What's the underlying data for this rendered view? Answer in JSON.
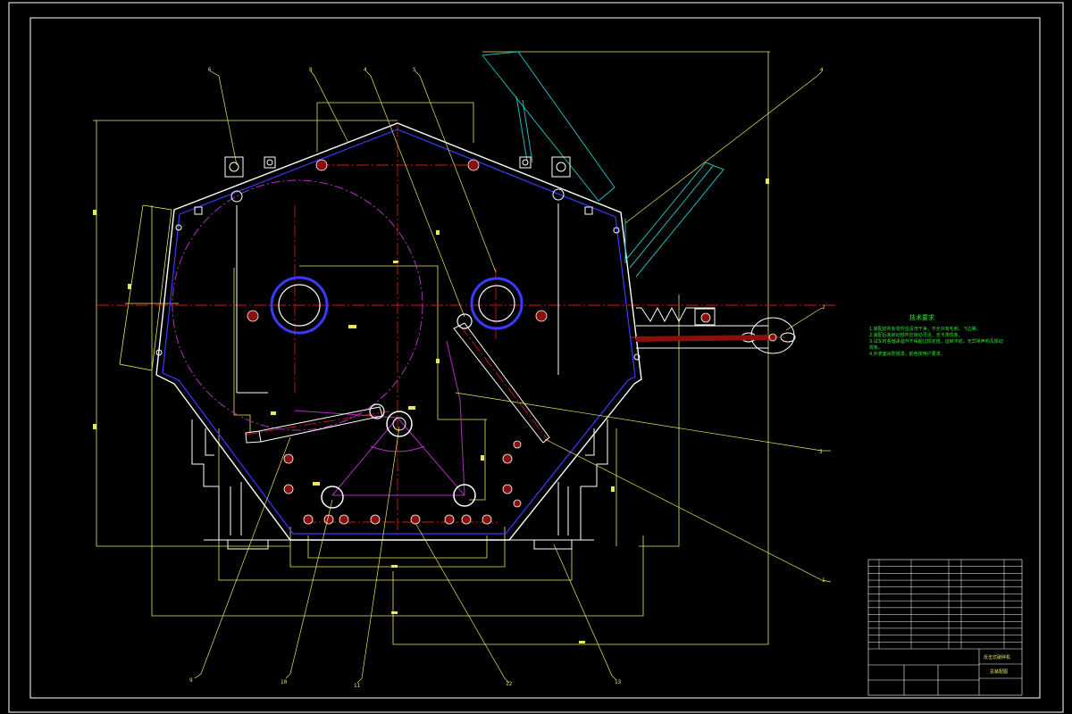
{
  "colors": {
    "background": "#000000",
    "frame": "#ffffff",
    "dimension": "#e8e85a",
    "centerline": "#d01818",
    "outline": "#ffffff",
    "inner_outline": "#3a3aff",
    "rotor_circle": "#b030c0",
    "hopper": "#20b8b8",
    "notes": "#2fe82f"
  },
  "leaders": {
    "top": [
      "6",
      "8",
      "4",
      "5",
      "4"
    ],
    "right": [
      "3",
      "2",
      "1"
    ],
    "bottom": [
      "9",
      "10",
      "11",
      "12",
      "13"
    ]
  },
  "technical_notes": {
    "title": "技术要求",
    "lines": [
      "1.装配前所有零件应清洗干净，不允许有毛刺、飞边等。",
      "2.装配后各转动部件应转动灵活，无卡滞现象。",
      "3.试车时各轴承温升不得超过规定值，运转平稳，无异常声响及振动",
      "  现象。",
      "4.外表面涂防锈漆，颜色按用户要求。"
    ]
  },
  "title_block": {
    "drawing_title": "反击式破碎机",
    "drawing_name": "总装配图",
    "school": "",
    "parts_rows": 12
  }
}
